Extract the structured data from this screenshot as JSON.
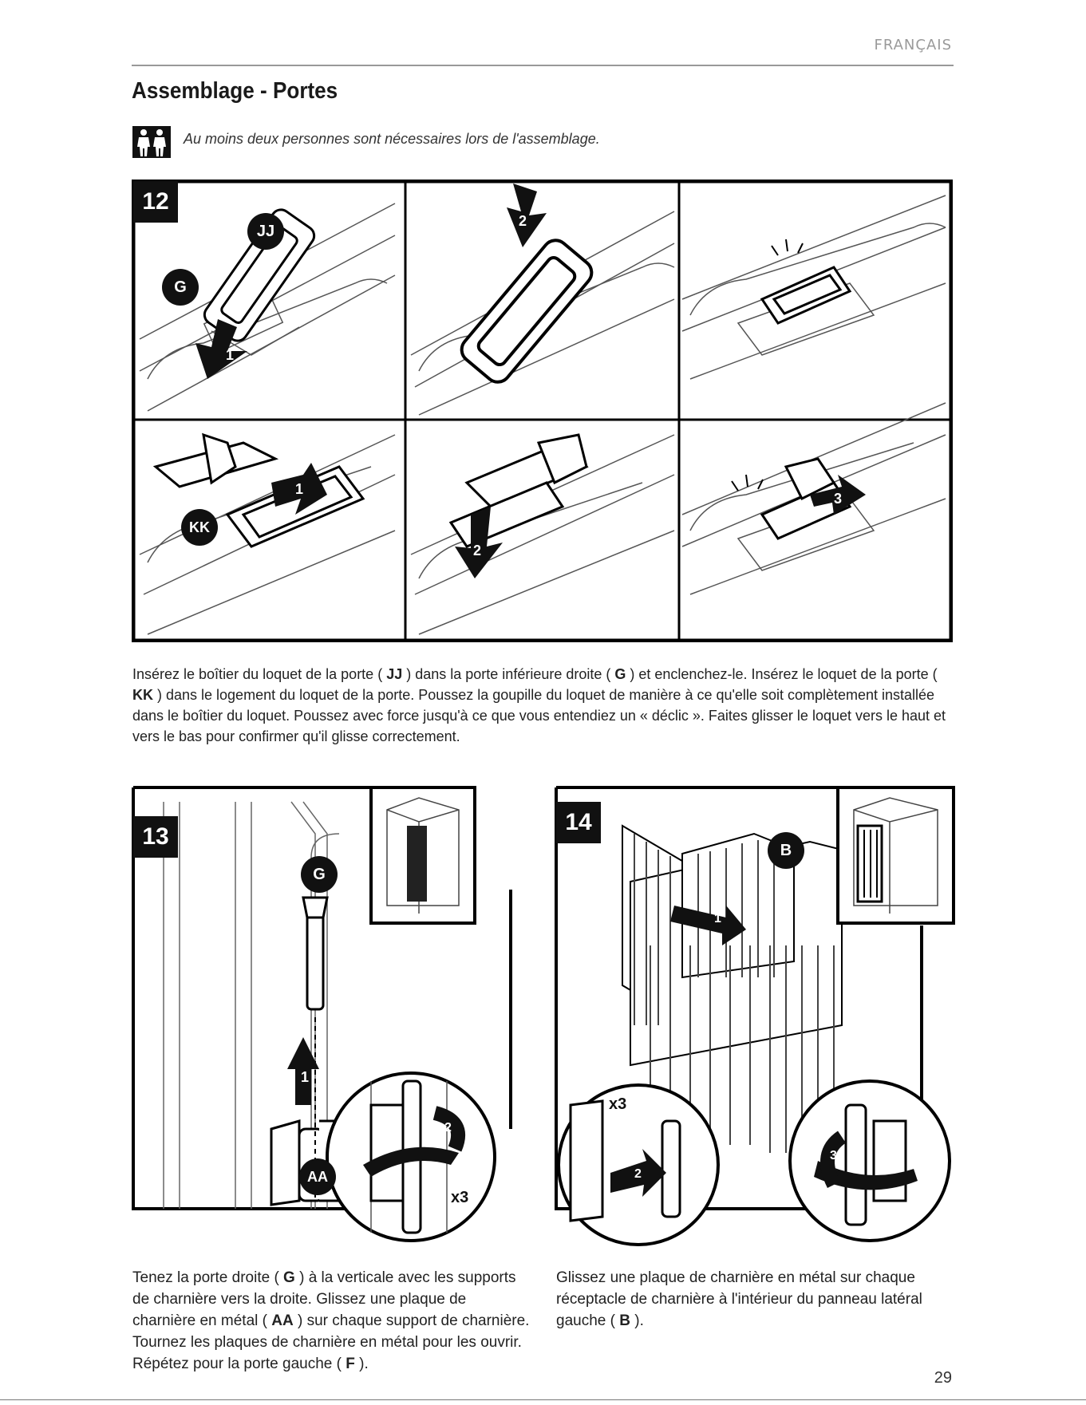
{
  "header": {
    "language": "FRANÇAIS",
    "title": "Assemblage - Portes"
  },
  "warning": {
    "icon": "two-people-icon",
    "text": "Au moins deux personnes sont nécessaires lors de l'assemblage."
  },
  "step12": {
    "number": "12",
    "labels": {
      "jj": "JJ",
      "g": "G",
      "kk": "KK"
    },
    "arrows": {
      "a1": "1",
      "a2": "2",
      "a3": "1",
      "a4": "2",
      "a5": "3"
    },
    "text": {
      "t1": "Insérez le boîtier du loquet de la porte ( ",
      "k1": "JJ",
      "t2": " ) dans la porte inférieure droite ( ",
      "k2": "G",
      "t3": " ) et enclenchez-le. Insérez le loquet de la porte ( ",
      "k3": "KK",
      "t4": " ) dans le logement du loquet de la porte. Poussez la goupille du loquet de manière à ce qu'elle soit complètement installée dans le boîtier du loquet. Poussez avec force jusqu'à ce que vous entendiez un « déclic ». Faites glisser le loquet vers le haut et vers le bas pour confirmer qu'il glisse correctement."
    }
  },
  "step13": {
    "number": "13",
    "labels": {
      "g": "G",
      "aa": "AA",
      "x3": "x3"
    },
    "arrows": {
      "a1": "1",
      "a2": "2"
    },
    "text": {
      "t1": "Tenez la porte droite ( ",
      "k1": "G",
      "t2": " ) à la verticale avec les supports de charnière vers la droite. Glissez une plaque de charnière en métal ( ",
      "k2": "AA",
      "t3": " ) sur chaque support de charnière. Tournez les plaques de charnière en métal pour les ouvrir.",
      "t4": "Répétez pour la porte gauche ( ",
      "k4": "F",
      "t5": " )."
    }
  },
  "step14": {
    "number": "14",
    "labels": {
      "b": "B",
      "x3": "x3"
    },
    "arrows": {
      "a1": "1",
      "a2": "2",
      "a3": "3"
    },
    "text": {
      "t1": "Glissez une plaque de charnière en métal sur chaque réceptacle de charnière à l'intérieur du panneau latéral gauche ( ",
      "k1": "B",
      "t2": " )."
    }
  },
  "page_number": "29"
}
